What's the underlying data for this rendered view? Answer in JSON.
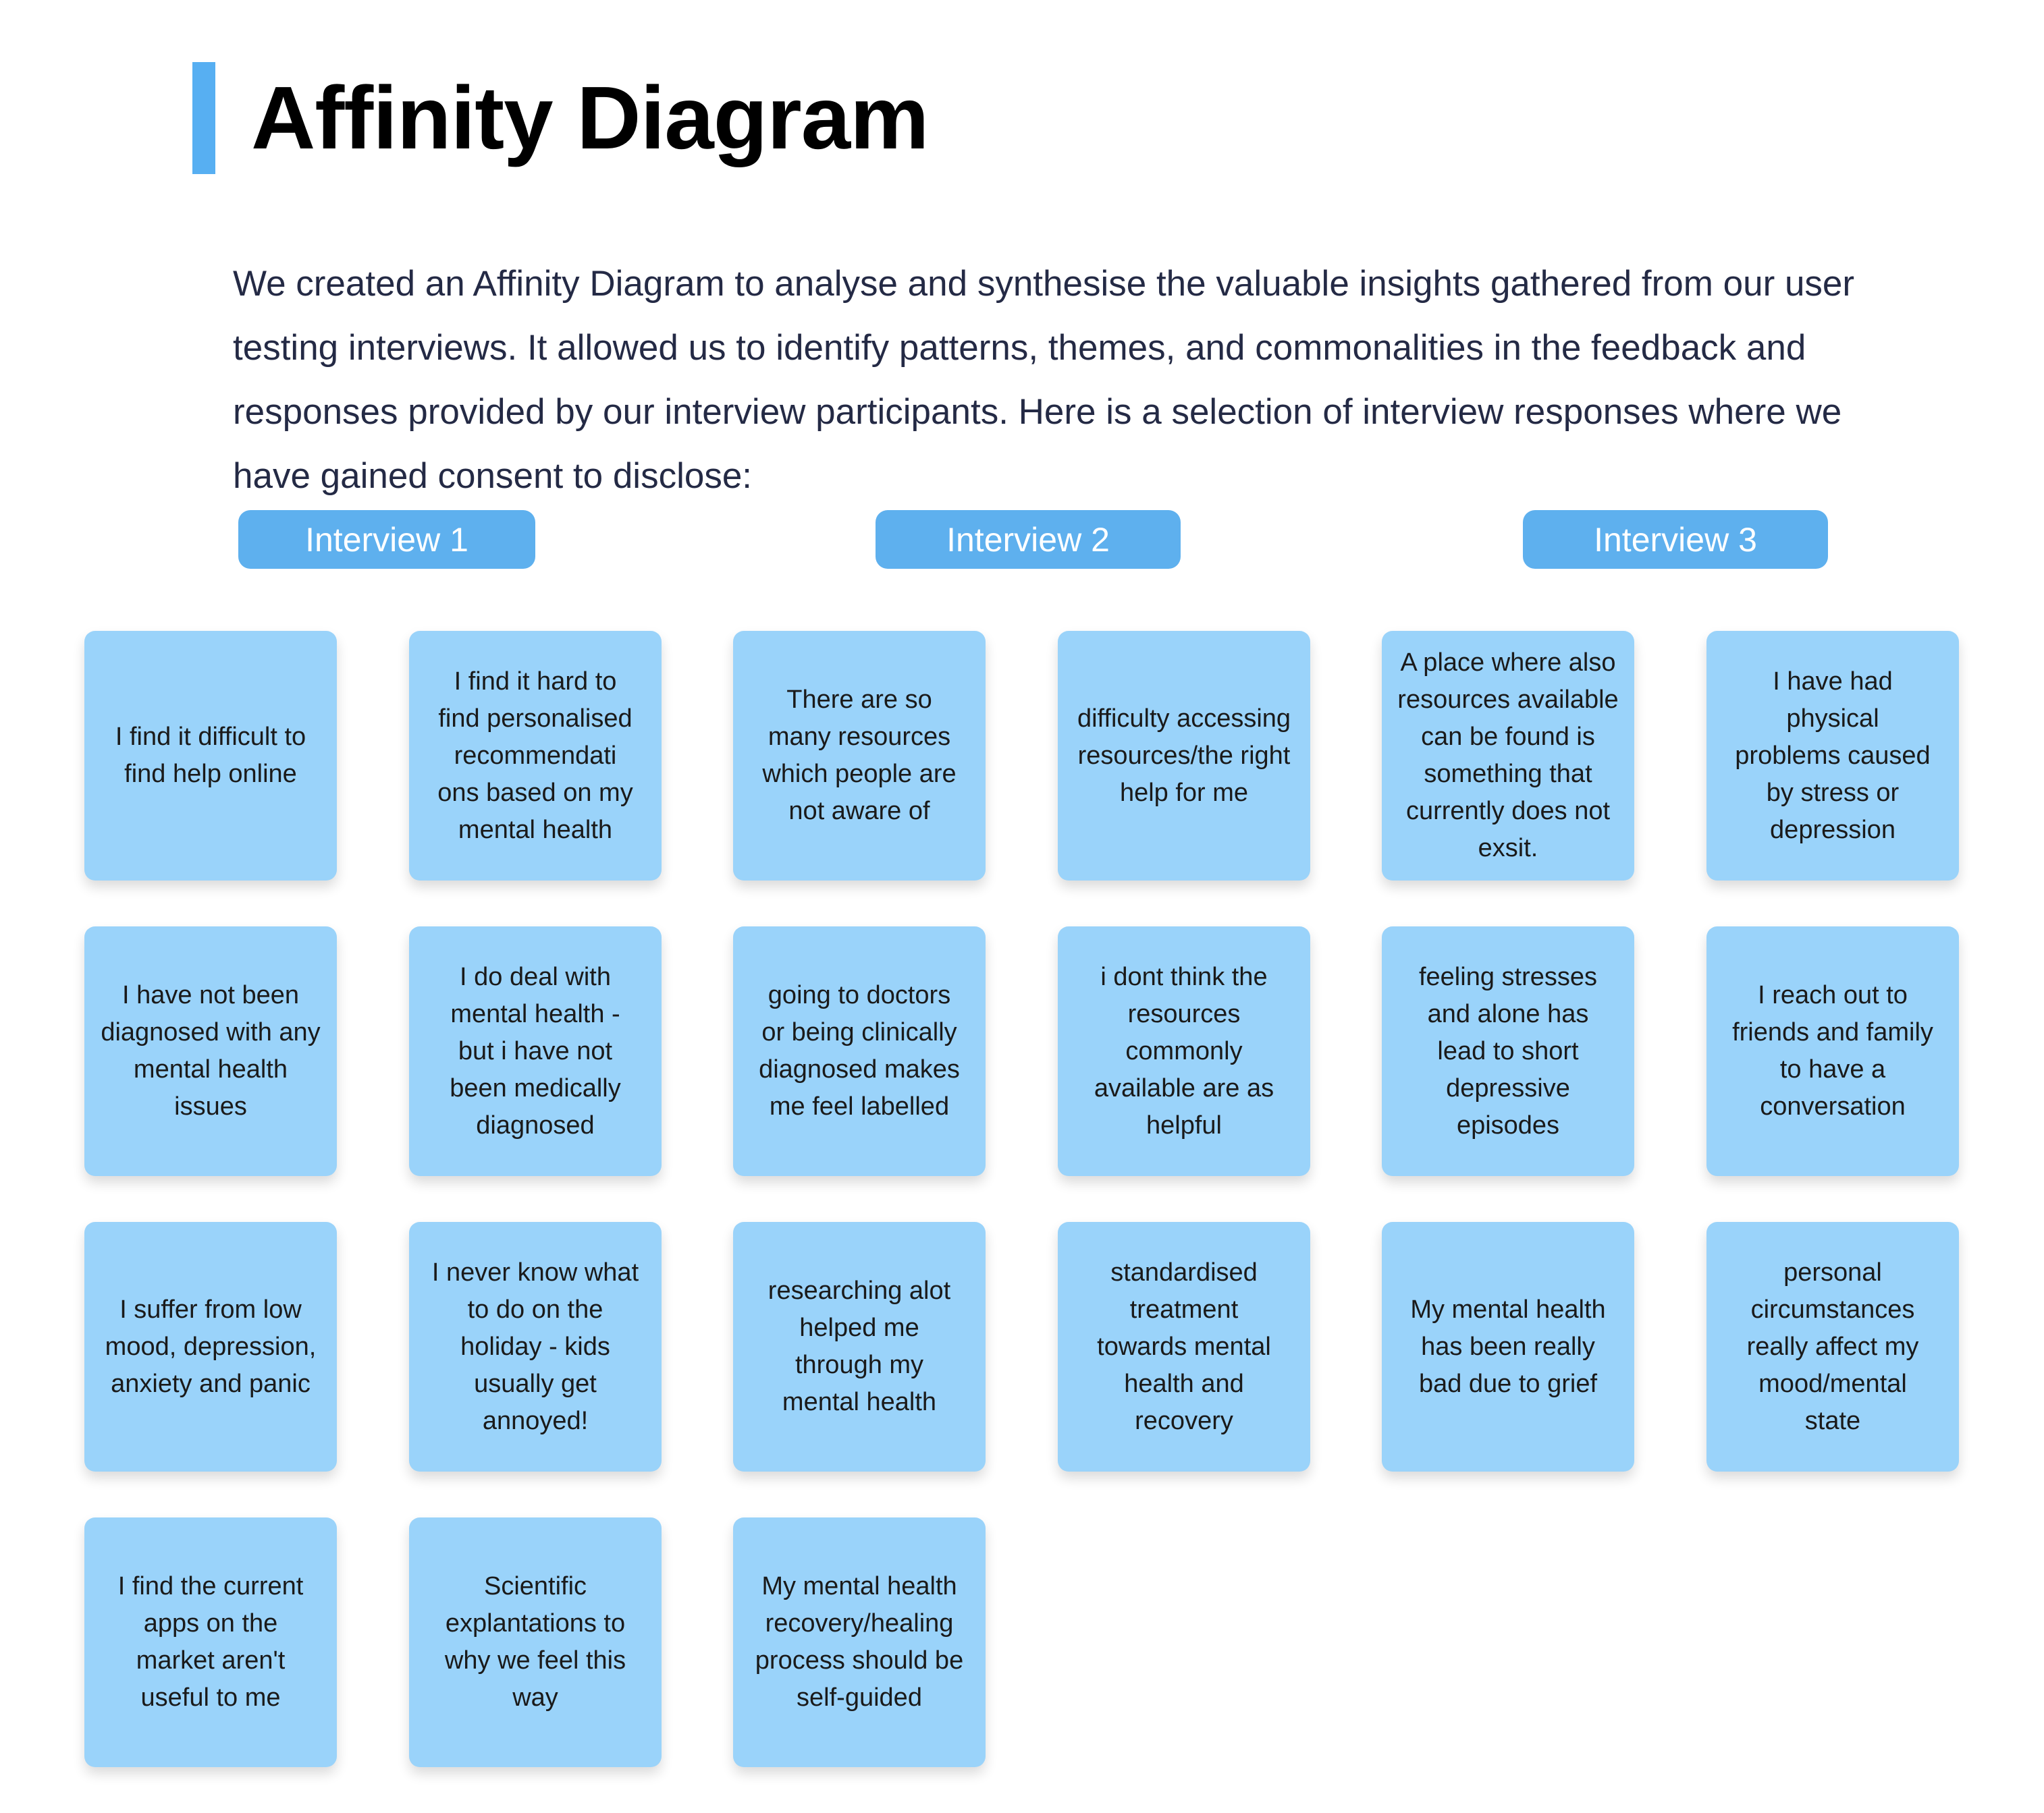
{
  "header": {
    "title": "Affinity Diagram",
    "accent_color": "#57aff2",
    "intro": "We created an Affinity Diagram to analyse and synthesise the valuable insights gathered from our user testing interviews. It allowed us to identify patterns, themes, and commonalities in the feedback and responses provided by our interview participants. Here is a selection of interview responses where we have gained consent to disclose:"
  },
  "colors": {
    "pill_background": "#5eb0ee",
    "pill_text": "#ffffff",
    "card_background": "#9ad3fa",
    "card_text": "#1a1a1a",
    "body_text": "#242a45",
    "page_background": "#ffffff"
  },
  "interviews": [
    {
      "label": "Interview 1"
    },
    {
      "label": "Interview 2"
    },
    {
      "label": "Interview 3"
    }
  ],
  "rows": [
    {
      "cards": [
        "I find it difficult to\nfind help online",
        "I find it hard to\nfind personalised\nrecommendati\nons based on my\nmental health",
        "There are so\nmany resources\nwhich people are\nnot aware of",
        "difficulty accessing\nresources/the right\nhelp for me",
        "A place where also\nresources available\ncan be found is\nsomething that\ncurrently does not\nexsit.",
        "I have had\nphysical\nproblems caused\nby stress or\ndepression"
      ]
    },
    {
      "cards": [
        "I have not been\ndiagnosed with any\nmental health\nissues",
        "I do deal with\nmental health -\nbut i have not\nbeen medically\ndiagnosed",
        "going to doctors\nor being clinically\ndiagnosed makes\nme feel labelled",
        "i dont think the\nresources\ncommonly\navailable are as\nhelpful",
        "feeling stresses\nand alone has\nlead to short\ndepressive\nepisodes",
        "I reach out to\nfriends and family\nto have a\nconversation"
      ]
    },
    {
      "cards": [
        "I suffer from low\nmood, depression,\nanxiety and panic",
        "I never know what\nto do on the\nholiday - kids\nusually get\nannoyed!",
        "researching alot\nhelped me\nthrough my\nmental health",
        "standardised\ntreatment\ntowards mental\nhealth and\nrecovery",
        "My mental health\nhas been really\nbad due to grief",
        "personal\ncircumstances\nreally affect my\nmood/mental\nstate"
      ]
    },
    {
      "cards": [
        "I find the current\napps on the\nmarket aren't\nuseful to me",
        "Scientific\nexplantations to\nwhy we feel this\nway",
        "My mental health\nrecovery/healing\nprocess should be\nself-guided"
      ]
    }
  ]
}
